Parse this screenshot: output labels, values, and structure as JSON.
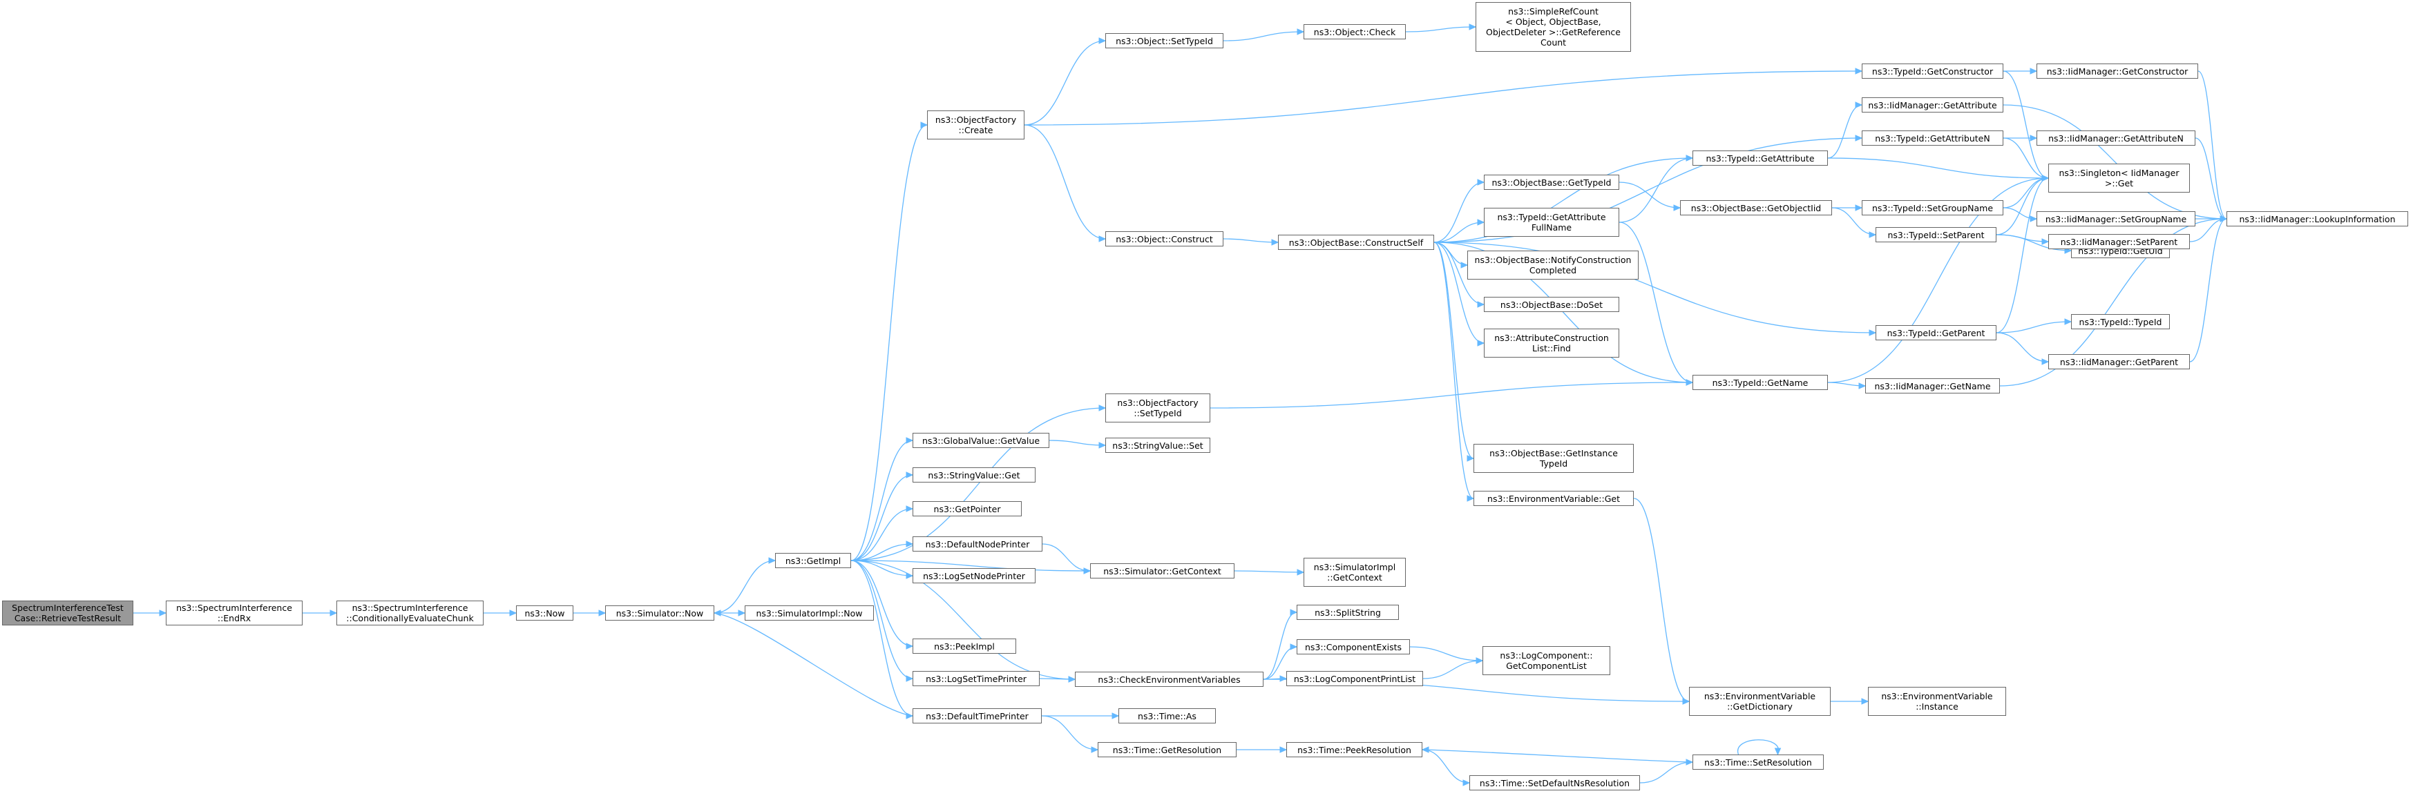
{
  "colors": {
    "edge": "#63b8ff",
    "node_border": "#666666",
    "node_fill": "#ffffff",
    "root_fill": "#999999"
  },
  "nodes": [
    {
      "id": "root",
      "lines": [
        "SpectrumInterferenceTest",
        "Case::RetrieveTestResult"
      ]
    },
    {
      "id": "endrx",
      "lines": [
        "ns3::SpectrumInterference",
        "::EndRx"
      ]
    },
    {
      "id": "cond",
      "lines": [
        "ns3::SpectrumInterference",
        "::ConditionallyEvaluateChunk"
      ]
    },
    {
      "id": "now",
      "lines": [
        "ns3::Now"
      ]
    },
    {
      "id": "simnow",
      "lines": [
        "ns3::Simulator::Now"
      ]
    },
    {
      "id": "simimplnow",
      "lines": [
        "ns3::SimulatorImpl::Now"
      ]
    },
    {
      "id": "getimpl",
      "lines": [
        "ns3::GetImpl"
      ]
    },
    {
      "id": "ofcreate",
      "lines": [
        "ns3::ObjectFactory",
        "::Create"
      ]
    },
    {
      "id": "settypeid",
      "lines": [
        "ns3::Object::SetTypeId"
      ]
    },
    {
      "id": "objcheck",
      "lines": [
        "ns3::Object::Check"
      ]
    },
    {
      "id": "simpleref",
      "lines": [
        "ns3::SimpleRefCount",
        "< Object, ObjectBase,",
        "ObjectDeleter >::GetReference",
        "Count"
      ]
    },
    {
      "id": "tidgetctor",
      "lines": [
        "ns3::TypeId::GetConstructor"
      ]
    },
    {
      "id": "iidgetctor",
      "lines": [
        "ns3::IidManager::GetConstructor"
      ]
    },
    {
      "id": "iidgetattr",
      "lines": [
        "ns3::IidManager::GetAttribute"
      ]
    },
    {
      "id": "tidgetattrn",
      "lines": [
        "ns3::TypeId::GetAttributeN"
      ]
    },
    {
      "id": "iidgetattrn",
      "lines": [
        "ns3::IidManager::GetAttributeN"
      ]
    },
    {
      "id": "tidgetattr",
      "lines": [
        "ns3::TypeId::GetAttribute"
      ]
    },
    {
      "id": "singleton",
      "lines": [
        "ns3::Singleton< IidManager",
        ">::Get"
      ]
    },
    {
      "id": "iidlookup",
      "lines": [
        "ns3::IidManager::LookupInformation"
      ]
    },
    {
      "id": "obgettypeid",
      "lines": [
        "ns3::ObjectBase::GetTypeId"
      ]
    },
    {
      "id": "tidgetattrfull",
      "lines": [
        "ns3::TypeId::GetAttribute",
        "FullName"
      ]
    },
    {
      "id": "obgetobjectiid",
      "lines": [
        "ns3::ObjectBase::GetObjectIid"
      ]
    },
    {
      "id": "tidsetgroup",
      "lines": [
        "ns3::TypeId::SetGroupName"
      ]
    },
    {
      "id": "iidsetgroup",
      "lines": [
        "ns3::IidManager::SetGroupName"
      ]
    },
    {
      "id": "objconstruct",
      "lines": [
        "ns3::Object::Construct"
      ]
    },
    {
      "id": "obconstructself",
      "lines": [
        "ns3::ObjectBase::ConstructSelf"
      ]
    },
    {
      "id": "obnotify",
      "lines": [
        "ns3::ObjectBase::NotifyConstruction",
        "Completed"
      ]
    },
    {
      "id": "tidgetuid",
      "lines": [
        "ns3::TypeId::GetUid"
      ]
    },
    {
      "id": "tidsetparent",
      "lines": [
        "ns3::TypeId::SetParent"
      ]
    },
    {
      "id": "iidsetparent",
      "lines": [
        "ns3::IidManager::SetParent"
      ]
    },
    {
      "id": "obdoset",
      "lines": [
        "ns3::ObjectBase::DoSet"
      ]
    },
    {
      "id": "attrfind",
      "lines": [
        "ns3::AttributeConstruction",
        "List::Find"
      ]
    },
    {
      "id": "tidgetparent",
      "lines": [
        "ns3::TypeId::GetParent"
      ]
    },
    {
      "id": "tidtypeid",
      "lines": [
        "ns3::TypeId::TypeId"
      ]
    },
    {
      "id": "iidgetparent",
      "lines": [
        "ns3::IidManager::GetParent"
      ]
    },
    {
      "id": "tidgetname",
      "lines": [
        "ns3::TypeId::GetName"
      ]
    },
    {
      "id": "iidgetname",
      "lines": [
        "ns3::IidManager::GetName"
      ]
    },
    {
      "id": "ofsettypeid",
      "lines": [
        "ns3::ObjectFactory",
        "::SetTypeId"
      ]
    },
    {
      "id": "gvgetvalue",
      "lines": [
        "ns3::GlobalValue::GetValue"
      ]
    },
    {
      "id": "svset",
      "lines": [
        "ns3::StringValue::Set"
      ]
    },
    {
      "id": "svget",
      "lines": [
        "ns3::StringValue::Get"
      ]
    },
    {
      "id": "obgetinstance",
      "lines": [
        "ns3::ObjectBase::GetInstance",
        "TypeId"
      ]
    },
    {
      "id": "envget",
      "lines": [
        "ns3::EnvironmentVariable::Get"
      ]
    },
    {
      "id": "getpointer",
      "lines": [
        "ns3::GetPointer"
      ]
    },
    {
      "id": "defnodeprinter",
      "lines": [
        "ns3::DefaultNodePrinter"
      ]
    },
    {
      "id": "logsetnode",
      "lines": [
        "ns3::LogSetNodePrinter"
      ]
    },
    {
      "id": "simgetctx",
      "lines": [
        "ns3::Simulator::GetContext"
      ]
    },
    {
      "id": "simimplgetctx",
      "lines": [
        "ns3::SimulatorImpl",
        "::GetContext"
      ]
    },
    {
      "id": "splitstring",
      "lines": [
        "ns3::SplitString"
      ]
    },
    {
      "id": "peekimpl",
      "lines": [
        "ns3::PeekImpl"
      ]
    },
    {
      "id": "compexists",
      "lines": [
        "ns3::ComponentExists"
      ]
    },
    {
      "id": "logcompget",
      "lines": [
        "ns3::LogComponent::",
        "GetComponentList"
      ]
    },
    {
      "id": "logsettime",
      "lines": [
        "ns3::LogSetTimePrinter"
      ]
    },
    {
      "id": "checkenv",
      "lines": [
        "ns3::CheckEnvironmentVariables"
      ]
    },
    {
      "id": "logcompprint",
      "lines": [
        "ns3::LogComponentPrintList"
      ]
    },
    {
      "id": "envgetdict",
      "lines": [
        "ns3::EnvironmentVariable",
        "::GetDictionary"
      ]
    },
    {
      "id": "envinstance",
      "lines": [
        "ns3::EnvironmentVariable",
        "::Instance"
      ]
    },
    {
      "id": "deftimeprinter",
      "lines": [
        "ns3::DefaultTimePrinter"
      ]
    },
    {
      "id": "timeas",
      "lines": [
        "ns3::Time::As"
      ]
    },
    {
      "id": "timegetres",
      "lines": [
        "ns3::Time::GetResolution"
      ]
    },
    {
      "id": "timepeekres",
      "lines": [
        "ns3::Time::PeekResolution"
      ]
    },
    {
      "id": "timesetres",
      "lines": [
        "ns3::Time::SetResolution"
      ]
    },
    {
      "id": "timesetdefns",
      "lines": [
        "ns3::Time::SetDefaultNsResolution"
      ]
    }
  ]
}
